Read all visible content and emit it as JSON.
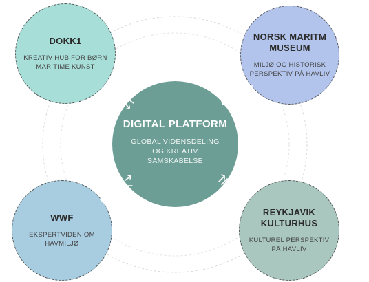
{
  "center": {
    "title": "DIGITAL PLATFORM",
    "description": "GLOBAL VIDENSDELING\nOG KREATIV\nSAMSKABELSE",
    "color": "#6d9e96"
  },
  "nodes": [
    {
      "title": "DOKK1",
      "description": "KREATIV HUB FOR BØRN\nMARITIME KUNST",
      "color": "#a8ded8"
    },
    {
      "title": "NORSK MARITM\nMUSEUM",
      "description": "MILJØ OG HISTORISK\nPERSPEKTIV PÅ HAVLIV",
      "color": "#b2c4ec"
    },
    {
      "title": "WWF",
      "description": "EKSPERTVIDEN OM\nHAVMILJØ",
      "color": "#a8cde0"
    },
    {
      "title": "REYKJAVIK\nKULTURHUS",
      "description": "KULTUREL PERSPEKTIV\nPÅ HAVLIV",
      "color": "#a9c7bf"
    }
  ],
  "connector_icon": "bidirectional-arrow-icon"
}
